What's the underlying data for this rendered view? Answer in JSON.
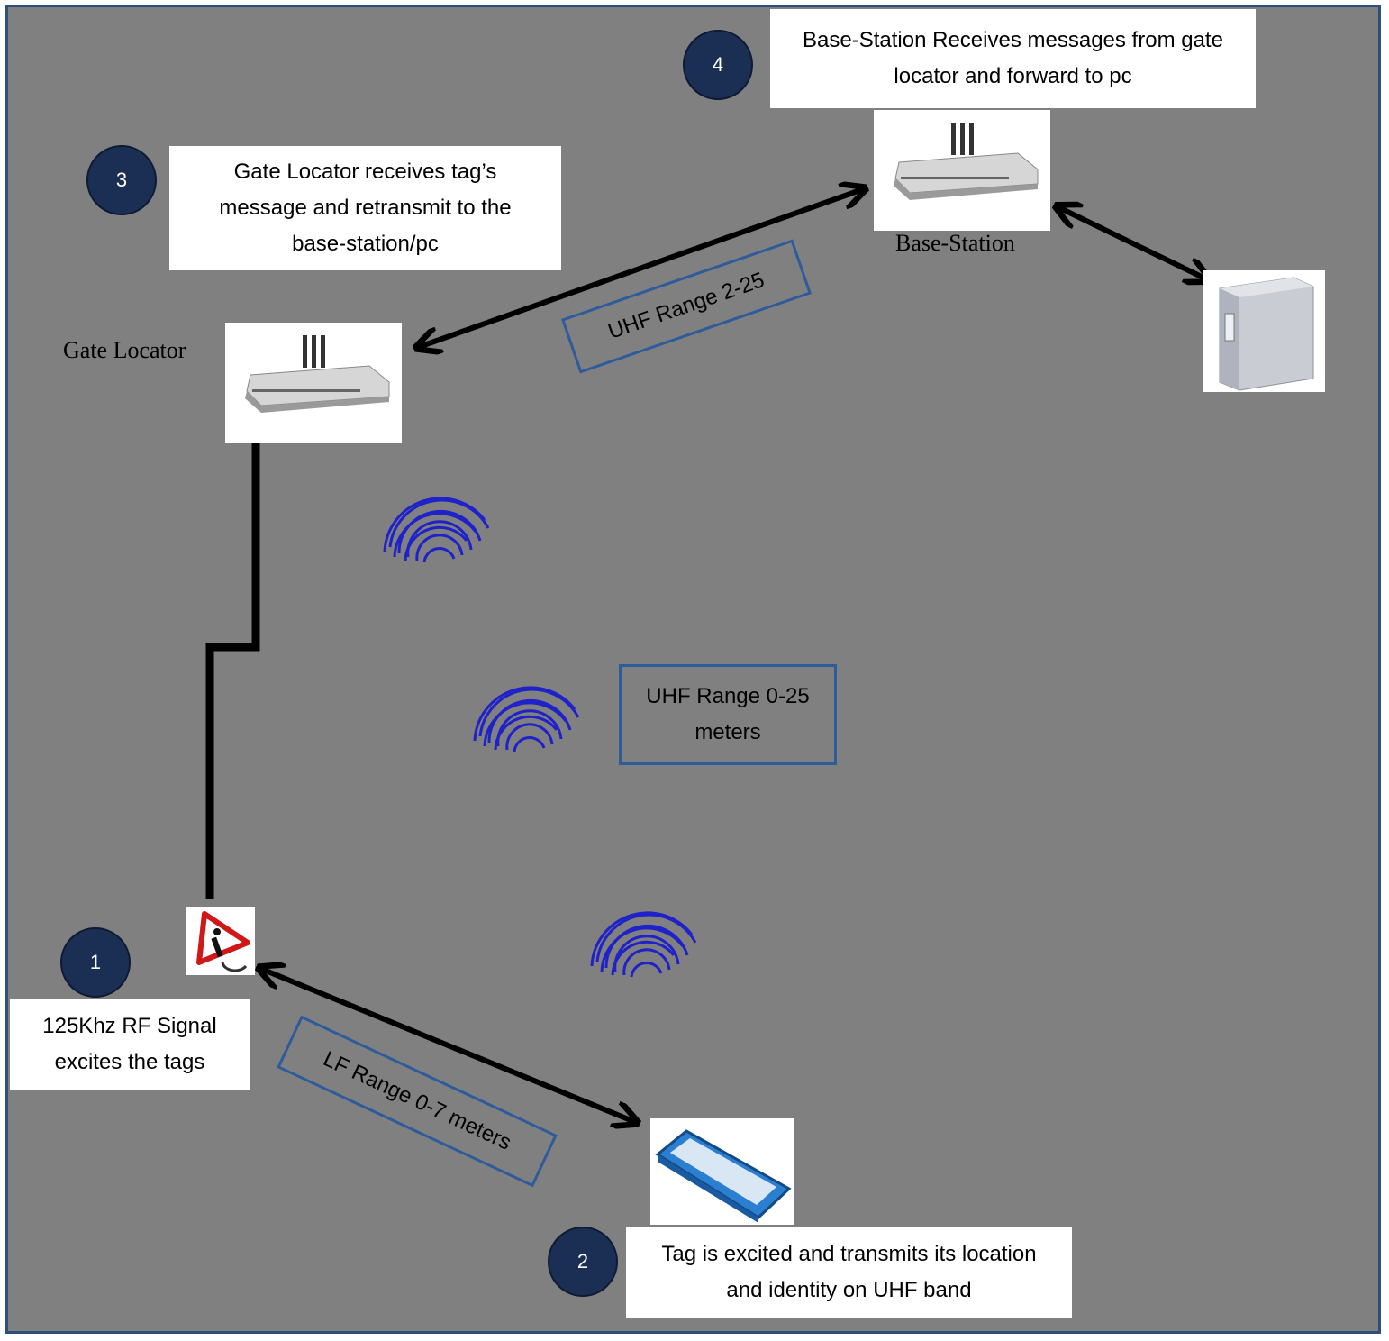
{
  "steps": {
    "s1": {
      "num": "1",
      "text_line1": "125Khz RF Signal",
      "text_line2": "excites the tags"
    },
    "s2": {
      "num": "2",
      "text_line1": "Tag is excited and transmits its location",
      "text_line2": "and identity on UHF band"
    },
    "s3": {
      "num": "3",
      "text_line1": "Gate Locator receives tag’s",
      "text_line2": "message and retransmit to the",
      "text_line3": "base-station/pc"
    },
    "s4": {
      "num": "4",
      "text_line1": "Base-Station Receives messages from gate",
      "text_line2": "locator and forward to pc"
    }
  },
  "devices": {
    "gate_locator_label": "Gate Locator",
    "base_station_label": "Base-Station"
  },
  "ranges": {
    "uhf_2_25": "UHF Range 2-25",
    "uhf_0_25_line1": "UHF Range 0-25",
    "uhf_0_25_line2": "meters",
    "lf_0_7": "LF Range 0-7 meters"
  },
  "colors": {
    "background": "#808080",
    "border": "#2e4f7a",
    "badge": "#1b2f55",
    "signal_arcs": "#1f22c8",
    "range_box_border": "#2e5b9a"
  }
}
